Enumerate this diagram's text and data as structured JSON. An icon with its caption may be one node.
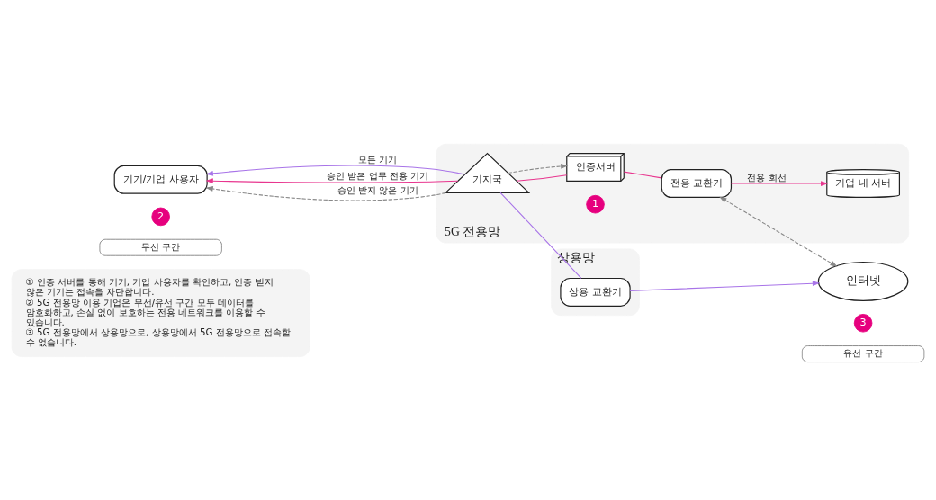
{
  "diagram": {
    "nodes": [
      {
        "text": [
          "상용망"
        ]
      },
      {
        "text": [
          "상용 교환기"
        ],
        "in": 0
      },
      {
        "text": [
          "인터넷"
        ]
      },
      {
        "text": [
          "기기/기업 사용자"
        ]
      },
      {
        "text": [
          "5G 전용망"
        ]
      },
      {
        "text": [
          "기지국"
        ],
        "in": 4
      },
      {
        "text": [
          "3"
        ]
      },
      {
        "text": [
          "인증서버"
        ],
        "in": 4
      },
      {
        "text": [
          "1"
        ],
        "in": 4
      },
      {
        "text": [
          "전용 교환기"
        ],
        "in": 4
      },
      {
        "text": [
          "기업 내 서버"
        ],
        "in": 4
      },
      {
        "text": [
          "2"
        ]
      },
      {
        "text": [
          "무선 구간"
        ]
      },
      {
        "text": [
          "유선 구간"
        ]
      },
      {
        "text": [
          "① 인증 서버를 통해 기기, 기업 사용자를 확인하고, 인증 받지 않은 기기는 접속을 차단합니다.",
          "② 5G 전용망 이용 기업은 무선/유선 구간 모두 데이터를 암호화하고, 손실 없이 보호하는 전용 네트워크를 이용할 수 있습니다.",
          "③ 5G 전용망에서 상용망으로, 상용망에서 5G 전용망으로 접속할 수 없습니다."
        ]
      }
    ],
    "edges": [
      {
        "from": 5,
        "to": 3,
        "arrow": "to",
        "label": "모든 기기",
        "color": "#a874e8"
      },
      {
        "from": 5,
        "to": 3,
        "arrow": "to",
        "label": "승인 받은 업무 전용 기기"
      },
      {
        "from": 5,
        "to": 3,
        "arrow": "to",
        "label": "승인 받지 않은 기기",
        "style": "dashed",
        "color": "#888888"
      },
      {
        "from": 5,
        "to": 7,
        "arrow": "none"
      },
      {
        "from": 5,
        "to": 7,
        "arrow": "to",
        "style": "dashed",
        "color": "#888888"
      },
      {
        "from": 7,
        "to": 9,
        "arrow": "none"
      },
      {
        "from": 9,
        "to": 10,
        "arrow": "to",
        "label": "전용 회선"
      },
      {
        "from": 9,
        "to": 2,
        "arrow": "both",
        "style": "dashed",
        "color": "#888888"
      },
      {
        "from": 5,
        "to": 1,
        "arrow": "none",
        "color": "#a874e8"
      },
      {
        "from": 1,
        "to": 2,
        "arrow": "to",
        "color": "#a874e8"
      }
    ]
  }
}
